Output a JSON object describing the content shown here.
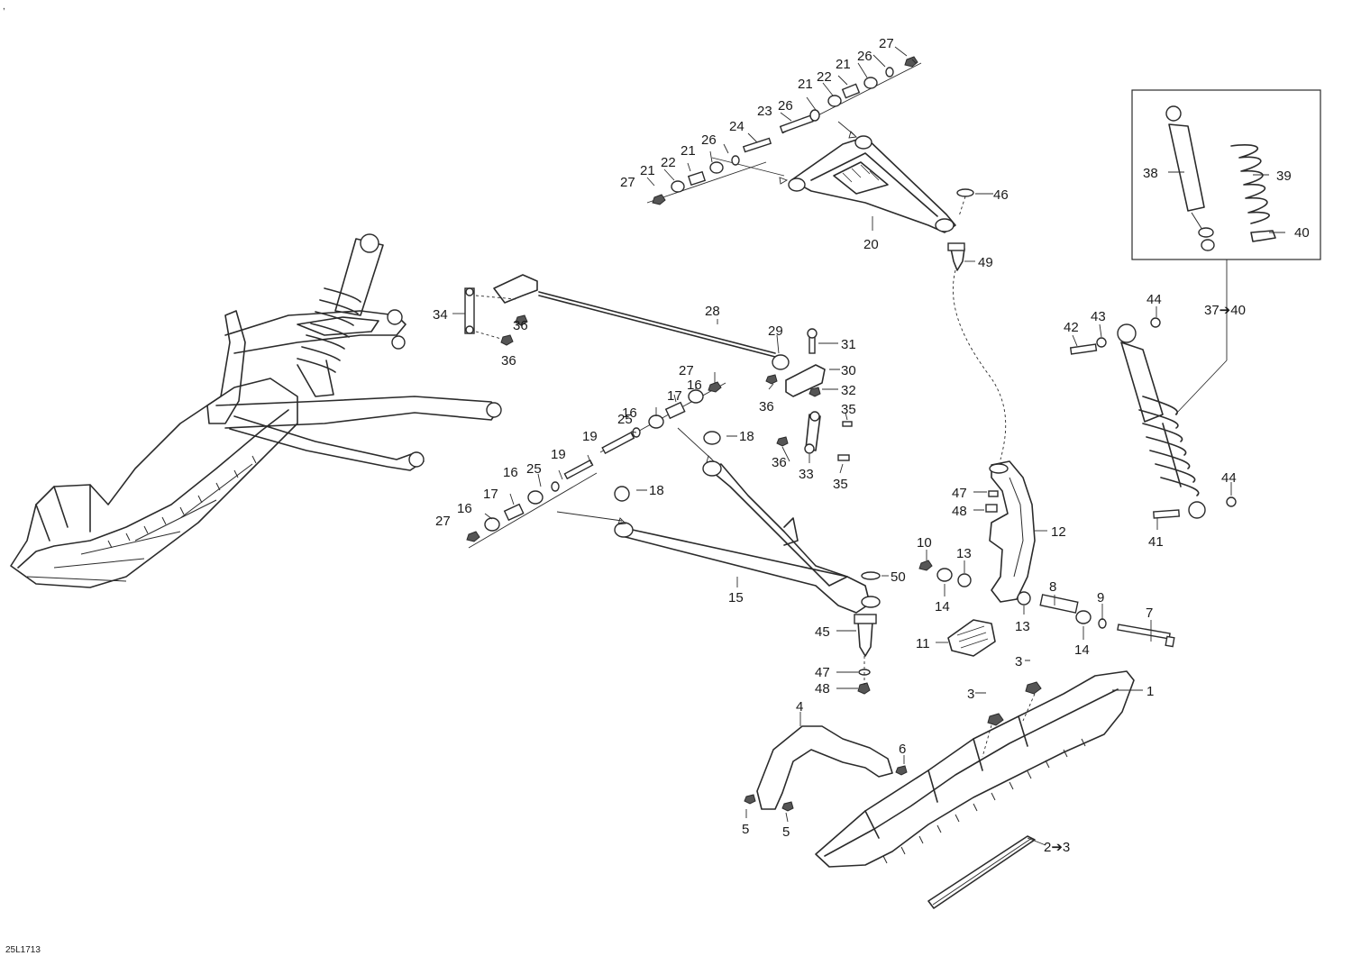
{
  "reference_code": "25L1713",
  "corner_mark": ",",
  "arrow_glyph": "➔",
  "callouts": [
    {
      "id": "c1",
      "text": "1"
    },
    {
      "id": "c2",
      "text": "2➔3"
    },
    {
      "id": "c3a",
      "text": "3"
    },
    {
      "id": "c3b",
      "text": "3"
    },
    {
      "id": "c4",
      "text": "4"
    },
    {
      "id": "c5a",
      "text": "5"
    },
    {
      "id": "c5b",
      "text": "5"
    },
    {
      "id": "c6",
      "text": "6"
    },
    {
      "id": "c7",
      "text": "7"
    },
    {
      "id": "c8",
      "text": "8"
    },
    {
      "id": "c9",
      "text": "9"
    },
    {
      "id": "c10",
      "text": "10"
    },
    {
      "id": "c11",
      "text": "11"
    },
    {
      "id": "c12",
      "text": "12"
    },
    {
      "id": "c13a",
      "text": "13"
    },
    {
      "id": "c13b",
      "text": "13"
    },
    {
      "id": "c14a",
      "text": "14"
    },
    {
      "id": "c14b",
      "text": "14"
    },
    {
      "id": "c15",
      "text": "15"
    },
    {
      "id": "c16a",
      "text": "16"
    },
    {
      "id": "c16b",
      "text": "16"
    },
    {
      "id": "c16c",
      "text": "16"
    },
    {
      "id": "c16d",
      "text": "16"
    },
    {
      "id": "c17a",
      "text": "17"
    },
    {
      "id": "c17b",
      "text": "17"
    },
    {
      "id": "c18a",
      "text": "18"
    },
    {
      "id": "c18b",
      "text": "18"
    },
    {
      "id": "c19a",
      "text": "19"
    },
    {
      "id": "c19b",
      "text": "19"
    },
    {
      "id": "c20",
      "text": "20"
    },
    {
      "id": "c21a",
      "text": "21"
    },
    {
      "id": "c21b",
      "text": "21"
    },
    {
      "id": "c21c",
      "text": "21"
    },
    {
      "id": "c21d",
      "text": "21"
    },
    {
      "id": "c22a",
      "text": "22"
    },
    {
      "id": "c22b",
      "text": "22"
    },
    {
      "id": "c23",
      "text": "23"
    },
    {
      "id": "c24",
      "text": "24"
    },
    {
      "id": "c25a",
      "text": "25"
    },
    {
      "id": "c25b",
      "text": "25"
    },
    {
      "id": "c26a",
      "text": "26"
    },
    {
      "id": "c26b",
      "text": "26"
    },
    {
      "id": "c26c",
      "text": "26"
    },
    {
      "id": "c27a",
      "text": "27"
    },
    {
      "id": "c27b",
      "text": "27"
    },
    {
      "id": "c27c",
      "text": "27"
    },
    {
      "id": "c27d",
      "text": "27"
    },
    {
      "id": "c28",
      "text": "28"
    },
    {
      "id": "c29",
      "text": "29"
    },
    {
      "id": "c30",
      "text": "30"
    },
    {
      "id": "c31",
      "text": "31"
    },
    {
      "id": "c32",
      "text": "32"
    },
    {
      "id": "c33",
      "text": "33"
    },
    {
      "id": "c34",
      "text": "34"
    },
    {
      "id": "c35a",
      "text": "35"
    },
    {
      "id": "c35b",
      "text": "35"
    },
    {
      "id": "c36a",
      "text": "36"
    },
    {
      "id": "c36b",
      "text": "36"
    },
    {
      "id": "c36c",
      "text": "36"
    },
    {
      "id": "c36d",
      "text": "36"
    },
    {
      "id": "c37",
      "text": "37➔40"
    },
    {
      "id": "c38",
      "text": "38"
    },
    {
      "id": "c39",
      "text": "39"
    },
    {
      "id": "c40",
      "text": "40"
    },
    {
      "id": "c41",
      "text": "41"
    },
    {
      "id": "c42",
      "text": "42"
    },
    {
      "id": "c43",
      "text": "43"
    },
    {
      "id": "c44a",
      "text": "44"
    },
    {
      "id": "c44b",
      "text": "44"
    },
    {
      "id": "c45",
      "text": "45"
    },
    {
      "id": "c46",
      "text": "46"
    },
    {
      "id": "c47a",
      "text": "47"
    },
    {
      "id": "c47b",
      "text": "47"
    },
    {
      "id": "c48a",
      "text": "48"
    },
    {
      "id": "c48b",
      "text": "48"
    },
    {
      "id": "c49",
      "text": "49"
    },
    {
      "id": "c50",
      "text": "50"
    }
  ]
}
